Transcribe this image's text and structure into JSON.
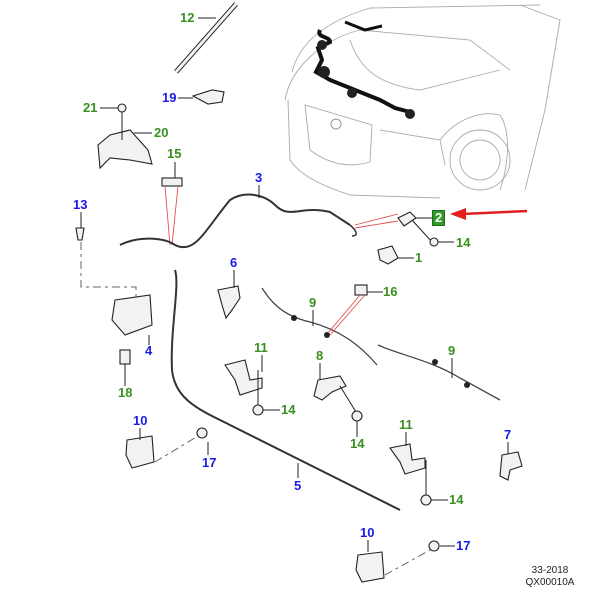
{
  "diagram": {
    "type": "exploded parts diagram",
    "subject": "Hood (bonnet) latch and release cable assembly",
    "highlighted_callout": "2",
    "colors": {
      "green_label": "#3a8f1e",
      "blue_label": "#1a1ae6",
      "highlight_box": "#2f9a2a",
      "pointer_arrow": "#e02020",
      "leader_red": "#e05050"
    },
    "callouts": [
      {
        "id": "c12",
        "text": "12",
        "color": "green"
      },
      {
        "id": "c19",
        "text": "19",
        "color": "blue"
      },
      {
        "id": "c21",
        "text": "21",
        "color": "green"
      },
      {
        "id": "c20",
        "text": "20",
        "color": "green"
      },
      {
        "id": "c15",
        "text": "15",
        "color": "green"
      },
      {
        "id": "c3",
        "text": "3",
        "color": "blue"
      },
      {
        "id": "c13",
        "text": "13",
        "color": "blue"
      },
      {
        "id": "c2",
        "text": "2",
        "color": "green",
        "highlighted": true
      },
      {
        "id": "c14a",
        "text": "14",
        "color": "green"
      },
      {
        "id": "c1",
        "text": "1",
        "color": "green"
      },
      {
        "id": "c6",
        "text": "6",
        "color": "blue"
      },
      {
        "id": "c16",
        "text": "16",
        "color": "green"
      },
      {
        "id": "c9a",
        "text": "9",
        "color": "green"
      },
      {
        "id": "c4",
        "text": "4",
        "color": "blue"
      },
      {
        "id": "c18",
        "text": "18",
        "color": "green"
      },
      {
        "id": "c11a",
        "text": "11",
        "color": "green"
      },
      {
        "id": "c8",
        "text": "8",
        "color": "green"
      },
      {
        "id": "c9b",
        "text": "9",
        "color": "green"
      },
      {
        "id": "c14b",
        "text": "14",
        "color": "green"
      },
      {
        "id": "c14c",
        "text": "14",
        "color": "green"
      },
      {
        "id": "c10a",
        "text": "10",
        "color": "blue"
      },
      {
        "id": "c17a",
        "text": "17",
        "color": "blue"
      },
      {
        "id": "c11b",
        "text": "11",
        "color": "green"
      },
      {
        "id": "c7",
        "text": "7",
        "color": "blue"
      },
      {
        "id": "c5",
        "text": "5",
        "color": "blue"
      },
      {
        "id": "c14d",
        "text": "14",
        "color": "green"
      },
      {
        "id": "c10b",
        "text": "10",
        "color": "blue"
      },
      {
        "id": "c17b",
        "text": "17",
        "color": "blue"
      }
    ],
    "footer": {
      "date_code": "33-2018",
      "illustration_code": "QX00010A"
    }
  }
}
